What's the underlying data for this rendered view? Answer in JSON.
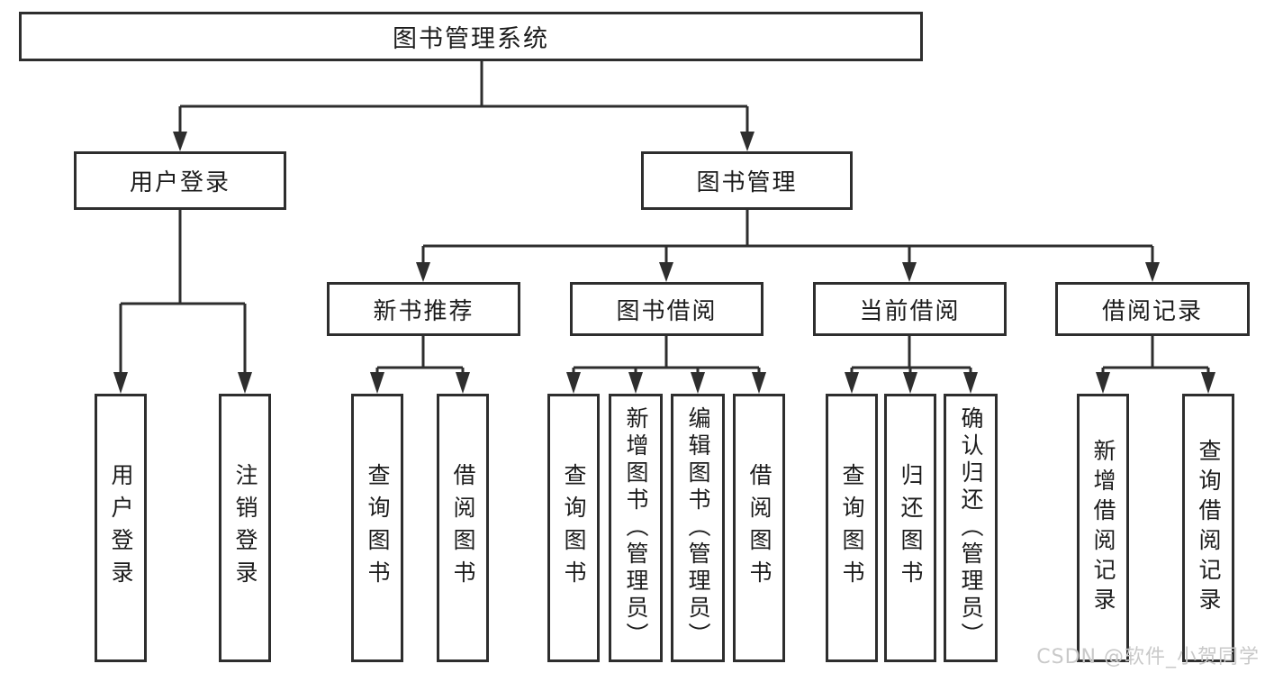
{
  "colors": {
    "line": "#2e2e2e",
    "box_border": "#2e2e2e",
    "text": "#1c1c1c",
    "background": "#ffffff",
    "watermark": "#c9c9c9"
  },
  "diagram": {
    "title": "图书管理系统",
    "branches": [
      {
        "label": "用户登录",
        "children": [
          "用户登录",
          "注销登录"
        ]
      },
      {
        "label": "图书管理",
        "children": [
          {
            "label": "新书推荐",
            "children": [
              "查询图书",
              "借阅图书"
            ]
          },
          {
            "label": "图书借阅",
            "children": [
              "查询图书",
              "新增图书（管理员）",
              "编辑图书（管理员）",
              "借阅图书"
            ]
          },
          {
            "label": "当前借阅",
            "children": [
              "查询图书",
              "归还图书",
              "确认归还（管理员）"
            ]
          },
          {
            "label": "借阅记录",
            "children": [
              "新增借阅记录",
              "查询借阅记录"
            ]
          }
        ]
      }
    ]
  },
  "watermark": {
    "text": "CSDN @软件_小贺同学"
  }
}
